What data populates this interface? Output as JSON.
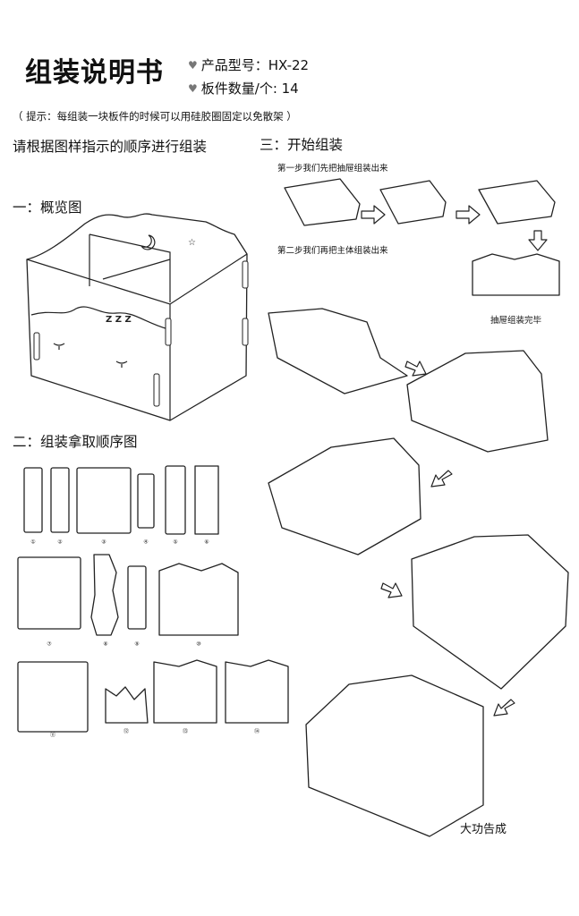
{
  "header": {
    "title": "组装说明书",
    "model": "产品型号：HX-22",
    "board_count": "板件数量/个: 14",
    "spec_icon": "heart-icon"
  },
  "tip": "（ 提示：每组装一块板件的时候可以用硅胶圈固定以免散架 ）",
  "instruction": "请根据图样指示的顺序进行组装",
  "sections": {
    "overview": "一：概览图",
    "order": "二：组装拿取顺序图",
    "assemble": "三：开始组装"
  },
  "steps": {
    "step1": "第一步我们先把抽屉组装出来",
    "step2": "第二步我们再把主体组装出来",
    "drawer_done": "抽屉组装完毕",
    "finished": "大功告成"
  },
  "part_numbers": [
    "①",
    "②",
    "③",
    "④",
    "⑤",
    "⑥",
    "⑦",
    "⑧",
    "⑨",
    "⑩",
    "⑪",
    "⑫",
    "⑬",
    "⑭"
  ]
}
